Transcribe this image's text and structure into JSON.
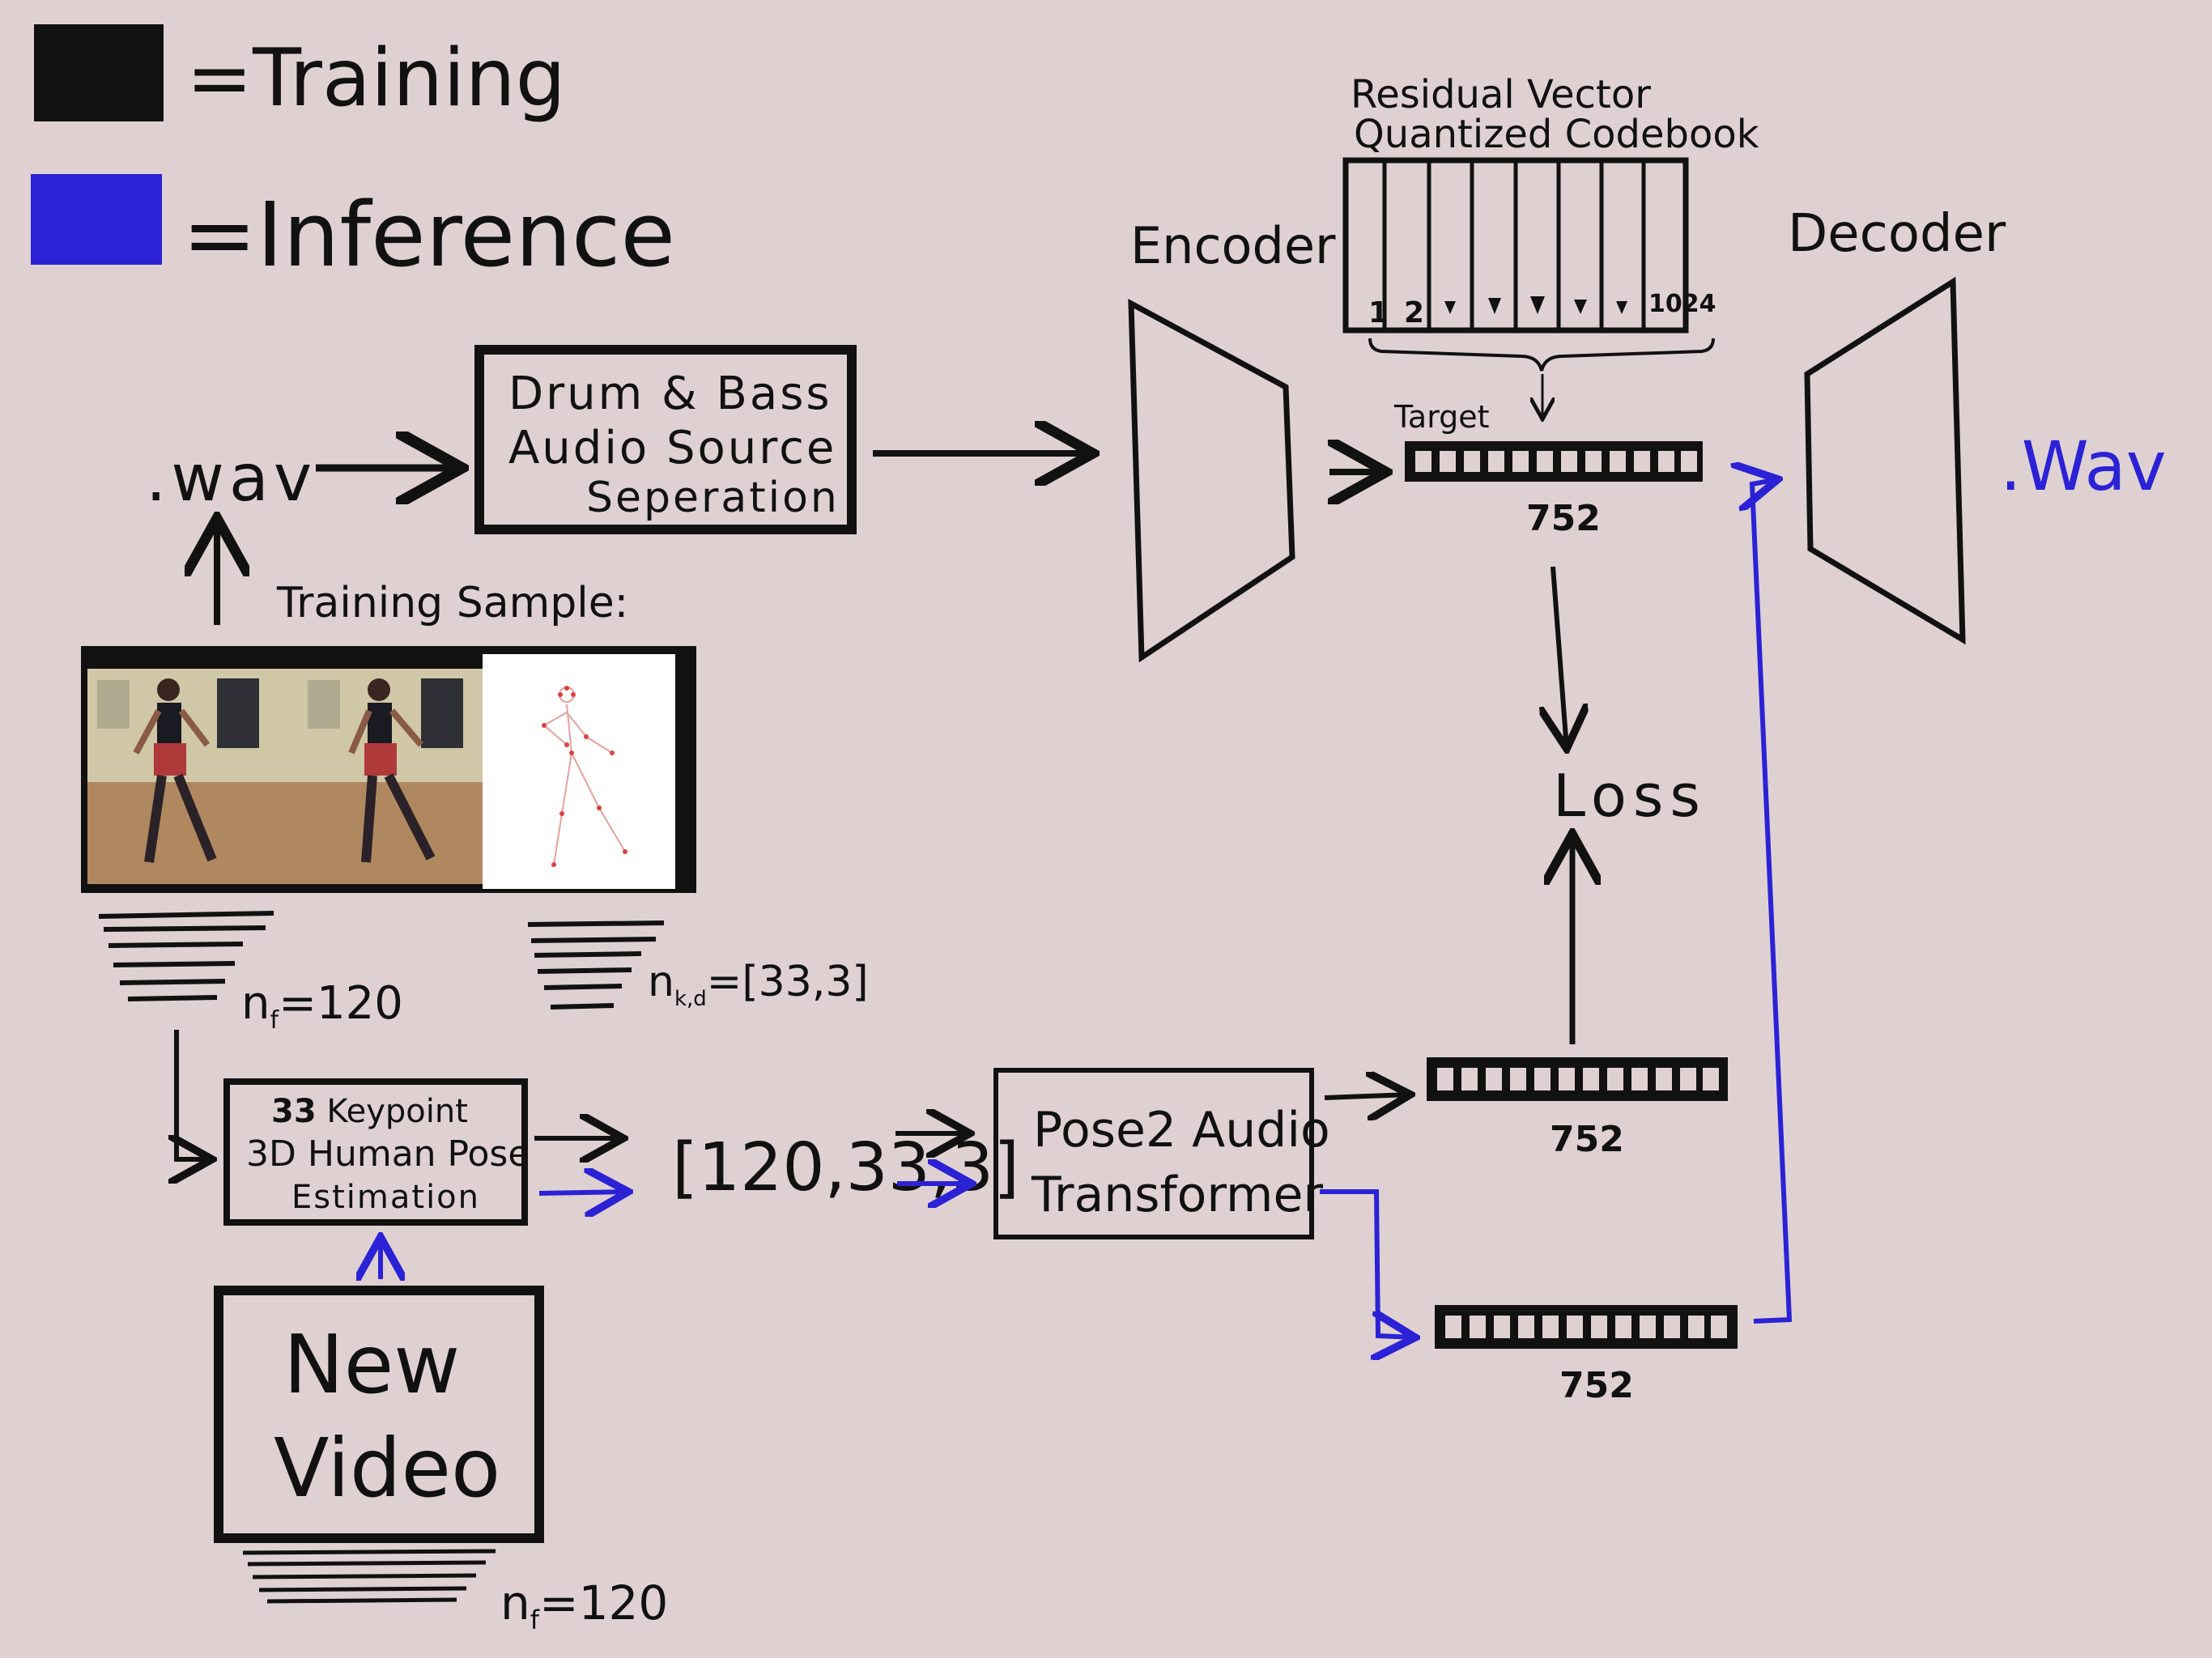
{
  "legend": {
    "training_label": "=Training",
    "inference_label": "=Inference",
    "training_color": "#111111",
    "inference_color": "#2b22d6"
  },
  "input_wav": ".wav",
  "output_wav": ".Wav",
  "training_sample_title": "Training Sample:",
  "frame_count_label": "n",
  "frame_count_sub": "f",
  "frame_count_value": "=120",
  "keypoint_dims_label": "n",
  "keypoint_dims_sub": "k,d",
  "keypoint_dims_value": "=[33,3]",
  "source_separation": {
    "line1": "Drum & Bass",
    "line2": "Audio Source",
    "line3": "Seperation"
  },
  "encoder_label": "Encoder",
  "decoder_label": "Decoder",
  "codebook": {
    "title_line1": "Residual Vector",
    "title_line2": "Quantized Codebook",
    "first": "1",
    "second": "2",
    "last": "1024"
  },
  "target_label": "Target",
  "token_count": "752",
  "loss_label": "Loss",
  "pose_estimation": {
    "line1_bold": "33",
    "line1_rest": "Keypoint",
    "line2": "3D Human Pose",
    "line3": "Estimation"
  },
  "tensor_shape": "[120,33,3]",
  "pose2audio": {
    "line1": "Pose2 Audio",
    "line2": "Transformer"
  },
  "new_video": {
    "line1": "New",
    "line2": "Video"
  },
  "new_video_frames_value": "=120"
}
